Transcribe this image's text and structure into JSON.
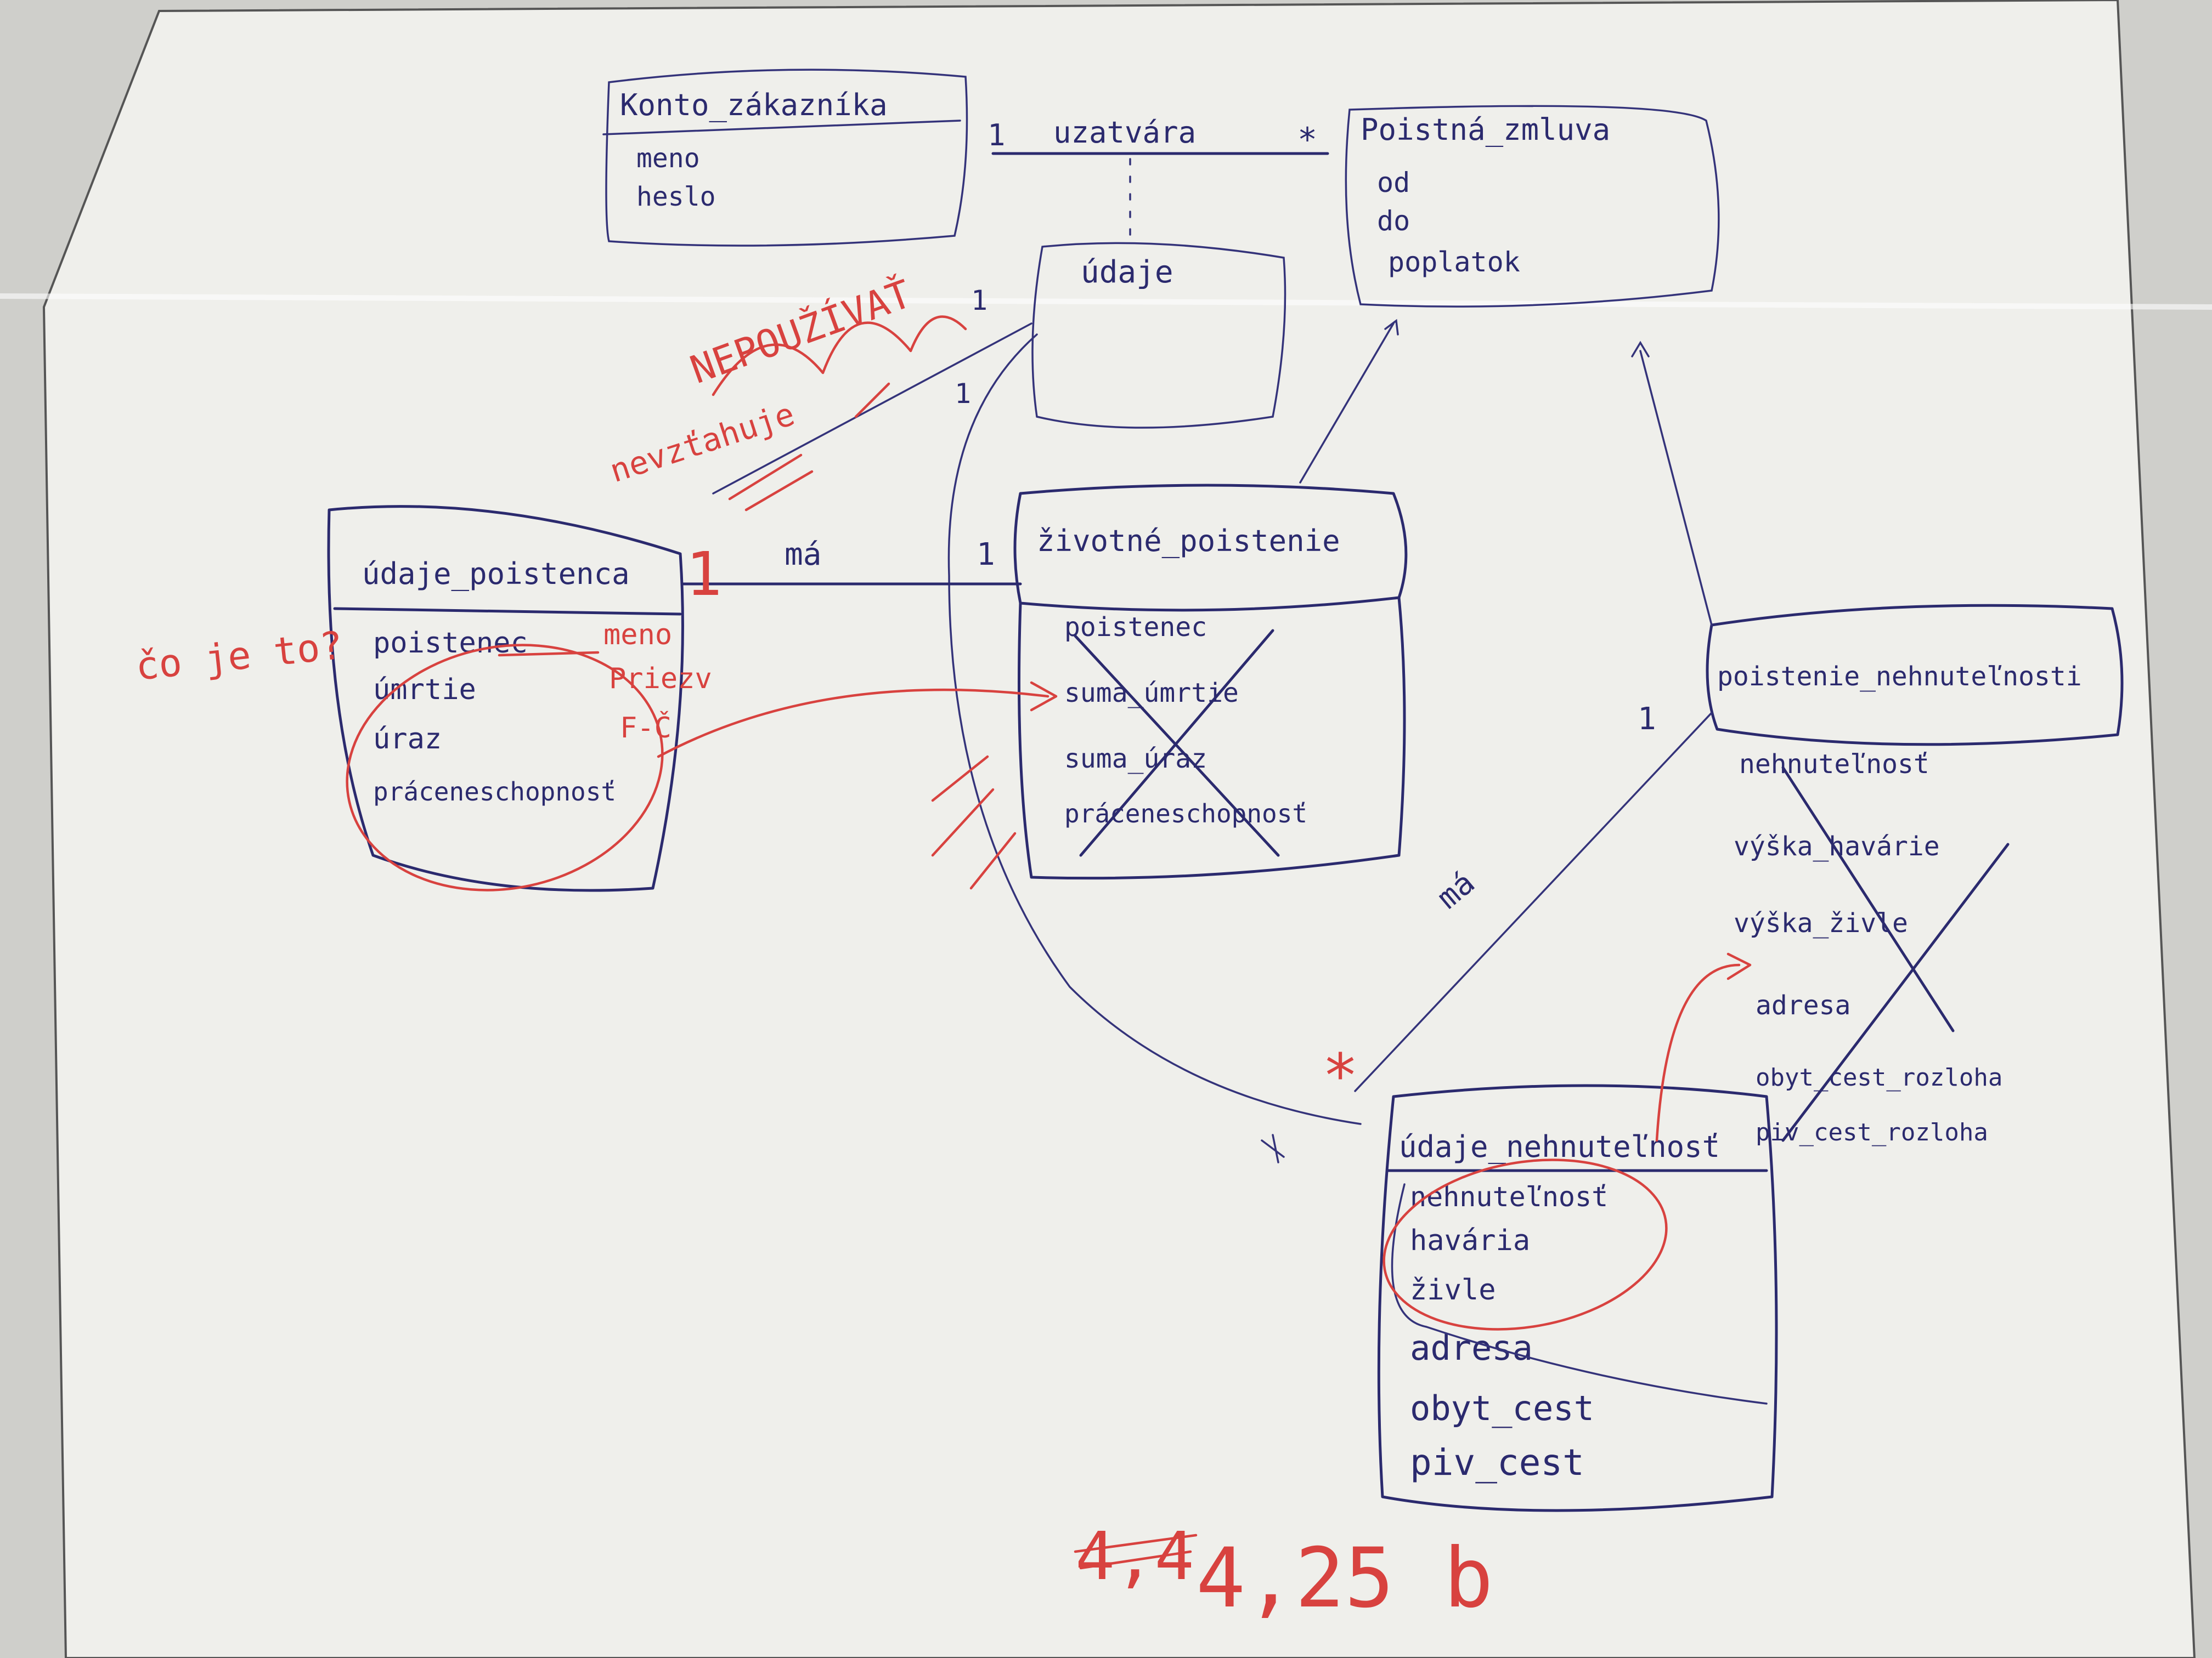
{
  "classes": {
    "konto": {
      "title": "Konto_zákazníka",
      "attrs": [
        "meno",
        "heslo"
      ]
    },
    "udaje": {
      "title": "údaje"
    },
    "zmluva": {
      "title": "Poistná_zmluva",
      "attrs": [
        "od",
        "do",
        "poplatok"
      ]
    },
    "udaje_poistenca": {
      "title": "údaje_poistenca",
      "attrs": [
        "poistenec",
        "úmrtie",
        "úraz",
        "práceneschopnosť"
      ]
    },
    "zivotne": {
      "title": "životné_poistenie",
      "attrs": [
        "poistenec",
        "suma_úmrtie",
        "suma_úraz",
        "práceneschopnosť"
      ]
    },
    "nehnutelnosti": {
      "title": "poistenie_nehnuteľnosti",
      "attrs": [
        "nehnuteľnosť",
        "výška_havárie",
        "výška_živle",
        "adresa",
        "obyt_cest_rozloha",
        "piv_cest_rozloha"
      ]
    },
    "udaje_nehnutelnost": {
      "title": "údaje_nehnuteľnosť",
      "attrs": [
        "nehnuteľnosť",
        "havária",
        "živle",
        "adresa",
        "obyt_cest",
        "piv_cest"
      ]
    }
  },
  "relations": {
    "uzatvara": {
      "label": "uzatvára",
      "left": "1",
      "right": "*"
    },
    "ma_poistenca": {
      "label": "má",
      "left": "1",
      "right": "1"
    },
    "ma_nehnutelnost": {
      "label": "má",
      "left": "1",
      "right": "*"
    },
    "udaje_mult_top": "1",
    "udaje_mult_mid": "1"
  },
  "annotations": {
    "scribble_1": "NEPOUŽÍVAŤ",
    "scribble_2": "nevzťahuje",
    "question": "čo je to?",
    "poistenec_note": [
      "meno",
      "Priezv",
      "F-Č"
    ],
    "grade_crossed": "4,4",
    "grade": "4,25 b"
  },
  "colors": {
    "ink_blue": "#2b2a6e",
    "ink_red": "#d8423f",
    "paper": "#eeeeea"
  }
}
